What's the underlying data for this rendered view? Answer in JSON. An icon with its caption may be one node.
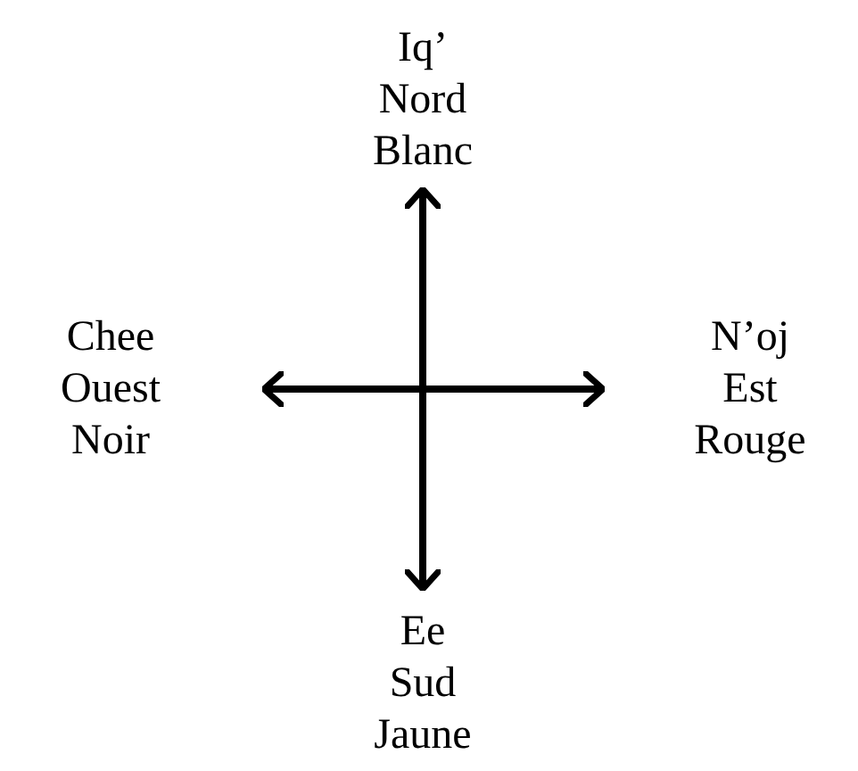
{
  "diagram": {
    "nodes": [
      {
        "text": [
          "Iq’",
          "Nord",
          "Blanc"
        ]
      },
      {
        "text": [
          "Chee",
          "Ouest",
          "Noir"
        ]
      },
      {
        "text": [
          "N’oj",
          "Est",
          "Rouge"
        ]
      },
      {
        "text": [
          "Ee",
          "Sud",
          "Jaune"
        ]
      }
    ],
    "edges": [
      {
        "from": 1,
        "to": 2,
        "arrow": "both"
      },
      {
        "from": 0,
        "to": 3,
        "arrow": "both"
      }
    ]
  }
}
